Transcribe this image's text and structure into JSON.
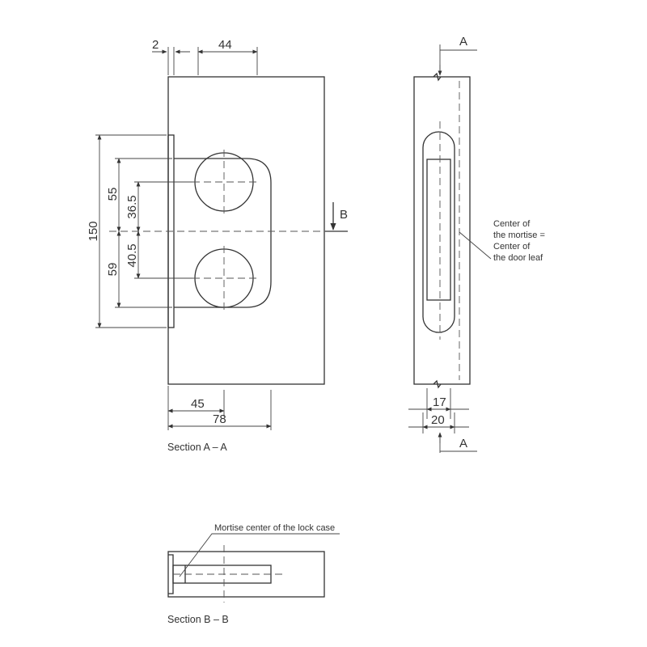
{
  "section_aa": {
    "title": "Section A – A",
    "dims": {
      "d2": "2",
      "d44": "44",
      "d150": "150",
      "d55": "55",
      "d36_5": "36.5",
      "d59": "59",
      "d40_5": "40.5",
      "d45": "45",
      "d78": "78"
    },
    "b_marker": "B"
  },
  "side_view": {
    "a_top": "A",
    "a_bottom": "A",
    "dims": {
      "d17": "17",
      "d20": "20"
    },
    "note_lines": [
      "Center of",
      "the mortise =",
      "Center of",
      "the door leaf"
    ]
  },
  "section_bb": {
    "title": "Section B – B",
    "note": "Mortise center of the lock case"
  }
}
